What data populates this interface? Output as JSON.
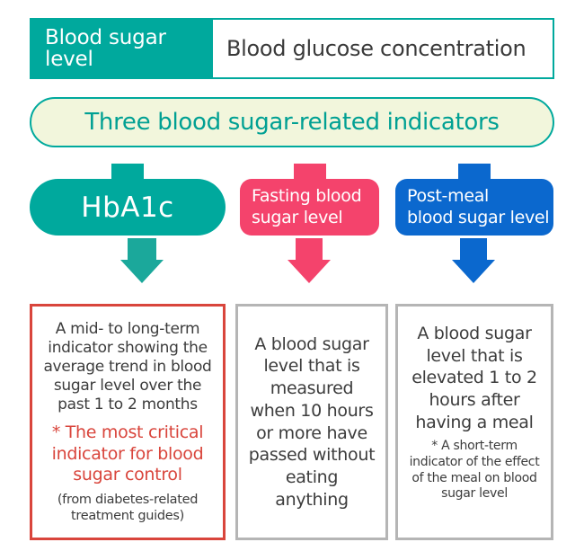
{
  "header": {
    "term": "Blood sugar level",
    "definition": "Blood glucose concentration",
    "term_bg": "#00a99d",
    "definition_border": "#00a99d"
  },
  "banner": {
    "label": "Three blood sugar-related indicators",
    "bg": "#f2f6dc",
    "border": "#00a99d",
    "text_color": "#00a093"
  },
  "indicators": [
    {
      "id": "hba1c",
      "label": "HbA1c",
      "color": "#00a99d"
    },
    {
      "id": "fasting",
      "label": "Fasting blood\nsugar level",
      "line1": "Fasting blood",
      "line2": "sugar level",
      "color": "#f4436c"
    },
    {
      "id": "post-meal",
      "label": "Post-meal\nblood sugar level",
      "line1": "Post-meal",
      "line2": "blood sugar level",
      "color": "#0b68ce"
    }
  ],
  "descriptions": [
    {
      "id": "hba1c-desc",
      "border_color": "#d9453c",
      "main": "A mid- to long-term indicator showing the average trend in blood sugar level over the past 1 to 2 months",
      "accent": "* The most critical indicator for blood sugar control",
      "note": "(from diabetes-related treatment guides)"
    },
    {
      "id": "fasting-desc",
      "border_color": "#b5b5b5",
      "main": "A blood sugar level that is measured when 10 hours or more have passed without eating anything",
      "accent": "",
      "note": ""
    },
    {
      "id": "post-meal-desc",
      "border_color": "#b5b5b5",
      "main": "A blood sugar level that is elevated 1 to 2 hours after having a meal",
      "accent": "",
      "note": "* A short-term indicator of the effect of the meal on blood sugar level"
    }
  ]
}
